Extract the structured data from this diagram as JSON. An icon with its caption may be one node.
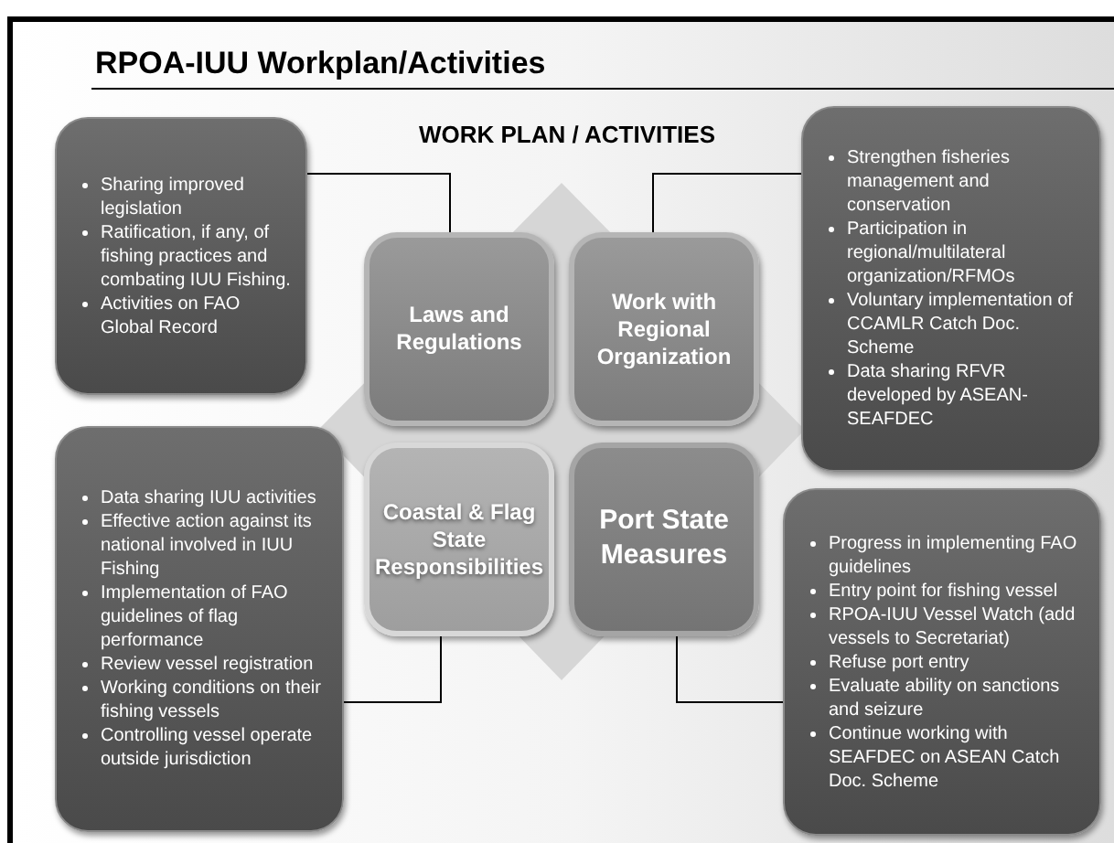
{
  "diagram": {
    "title": "RPOA-IUU Workplan/Activities",
    "nodes": [
      {
        "text": [
          "Sharing improved legislation",
          "Ratification, if any, of fishing practices and combating IUU Fishing.",
          "Activities on FAO Global Record"
        ]
      },
      {
        "text": [
          "Strengthen fisheries management and conservation",
          "Participation in regional/multilateral organization/RFMOs",
          "Voluntary implementation of CCAMLR Catch Doc. Scheme",
          "Data sharing RFVR developed by ASEAN-SEAFDEC"
        ]
      },
      {
        "text": [
          "Laws and Regulations"
        ]
      },
      {
        "text": [
          "Work with Regional Organization"
        ]
      },
      {
        "text": [
          "Coastal & Flag State Responsibilities"
        ]
      },
      {
        "text": [
          "Port State Measures"
        ]
      },
      {
        "text": [
          "Data sharing IUU activities",
          "Effective action against its national involved in IUU Fishing",
          "Implementation of FAO guidelines of flag performance",
          "Review vessel registration",
          "Working conditions on their fishing vessels",
          "Controlling vessel operate outside jurisdiction"
        ]
      },
      {
        "text": [
          "Progress in implementing FAO guidelines",
          "Entry point for fishing vessel",
          "RPOA-IUU Vessel Watch (add vessels to Secretariat)",
          "Refuse port entry",
          "Evaluate ability on sanctions and seizure",
          "Continue working with SEAFDEC on ASEAN Catch Doc. Scheme"
        ]
      }
    ],
    "edges": [
      {
        "from": 0,
        "to": 2,
        "arrow": "none"
      },
      {
        "from": 1,
        "to": 3,
        "arrow": "none"
      },
      {
        "from": 6,
        "to": 4,
        "arrow": "none"
      },
      {
        "from": 7,
        "to": 5,
        "arrow": "none"
      }
    ],
    "labels": [
      "WORK PLAN / ACTIVITIES"
    ]
  }
}
